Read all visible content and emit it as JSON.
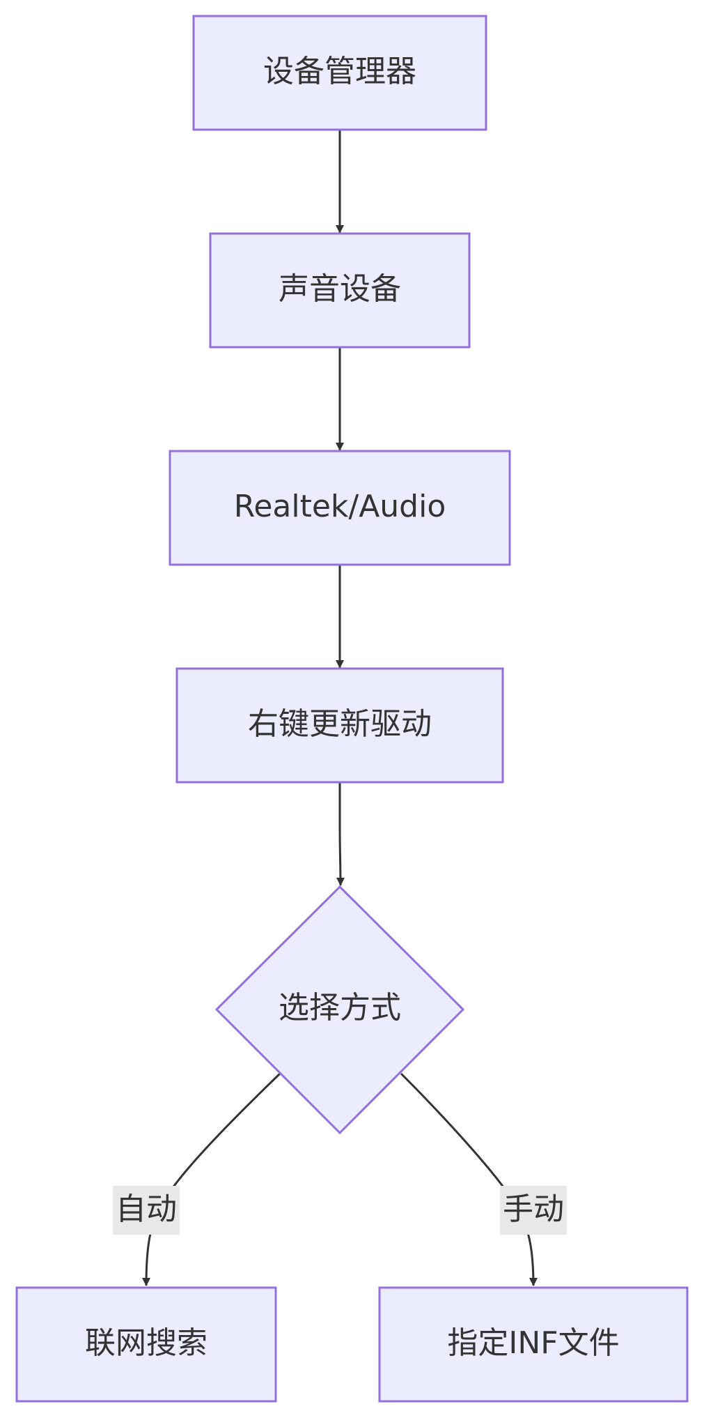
{
  "nodes": {
    "device_manager": "设备管理器",
    "sound_devices": "声音设备",
    "realtek_audio": "Realtek/Audio",
    "update_driver": "右键更新驱动",
    "choose_method": "选择方式",
    "online_search": "联网搜索",
    "specify_inf": "指定INF文件"
  },
  "edges": {
    "auto_label": "自动",
    "manual_label": "手动"
  },
  "colors": {
    "node_fill": "#ECECFF",
    "node_stroke": "#9370DB",
    "edge_stroke": "#333333",
    "label_bg": "#E8E8E8",
    "text": "#333333"
  }
}
